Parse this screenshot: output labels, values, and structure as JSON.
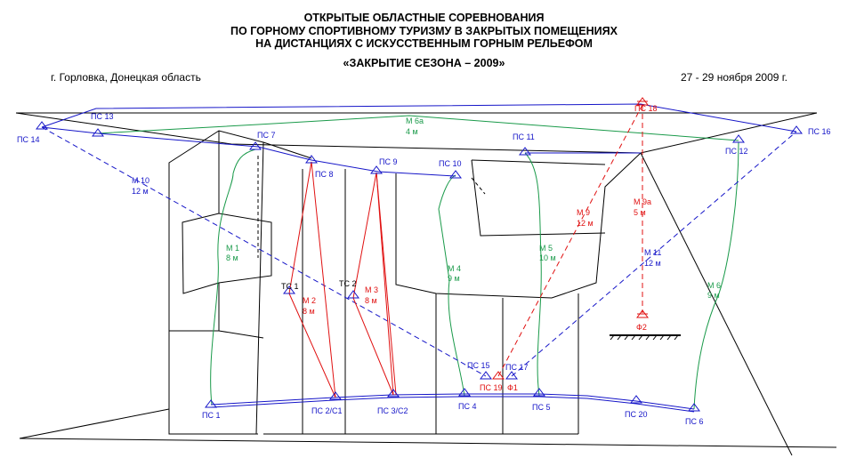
{
  "header": {
    "title_lines": [
      "ОТКРЫТЫЕ ОБЛАСТНЫЕ СОРЕВНОВАНИЯ",
      "ПО ГОРНОМУ СПОРТИВНОМУ ТУРИЗМУ В ЗАКРЫТЫХ ПОМЕЩЕНИЯХ",
      "НА ДИСТАНЦИЯХ  С ИСКУССТВЕННЫМ ГОРНЫМ РЕЛЬЕФОМ",
      "«ЗАКРЫТИЕ СЕЗОНА – 2009»"
    ],
    "location": "г. Горловка, Донецкая область",
    "dates": "27 - 29 ноября 2009 г."
  },
  "colors": {
    "blue": "#1515c8",
    "green": "#1a9a4a",
    "red": "#e01010",
    "black": "#000000"
  },
  "points": {
    "ps1": "ПС 1",
    "ps2": "ПС 2/С1",
    "ps3": "ПС 3/С2",
    "ps4": "ПС 4",
    "ps5": "ПС 5",
    "ps6": "ПС 6",
    "ps7": "ПС 7",
    "ps8": "ПС 8",
    "ps9": "ПС 9",
    "ps10": "ПС 10",
    "ps11": "ПС 11",
    "ps12": "ПС 12",
    "ps13": "ПС 13",
    "ps14": "ПС 14",
    "ps15": "ПС 15",
    "ps16": "ПС 16",
    "ps17": "ПС 17",
    "ps18": "ПС 18",
    "ps19": "ПС 19",
    "ps20": "ПС 20",
    "f1": "Ф1",
    "f2": "Ф2",
    "tc1": "ТС 1",
    "tc2": "ТС 2"
  },
  "stages": {
    "m1": {
      "name": "М 1",
      "len": "8 м"
    },
    "m2": {
      "name": "М 2",
      "len": "8 м"
    },
    "m3": {
      "name": "М 3",
      "len": "8 м"
    },
    "m4": {
      "name": "М 4",
      "len": "9 м"
    },
    "m5": {
      "name": "М 5",
      "len": "10 м"
    },
    "m6": {
      "name": "М 6",
      "len": "9 м"
    },
    "m6a": {
      "name": "М 6а",
      "len": "4 м"
    },
    "m9": {
      "name": "М 9",
      "len": "12 м"
    },
    "m9a": {
      "name": "М 9а",
      "len": "5 м"
    },
    "m10": {
      "name": "М 10",
      "len": "12 м"
    },
    "m11": {
      "name": "М 11",
      "len": "12 м"
    }
  }
}
